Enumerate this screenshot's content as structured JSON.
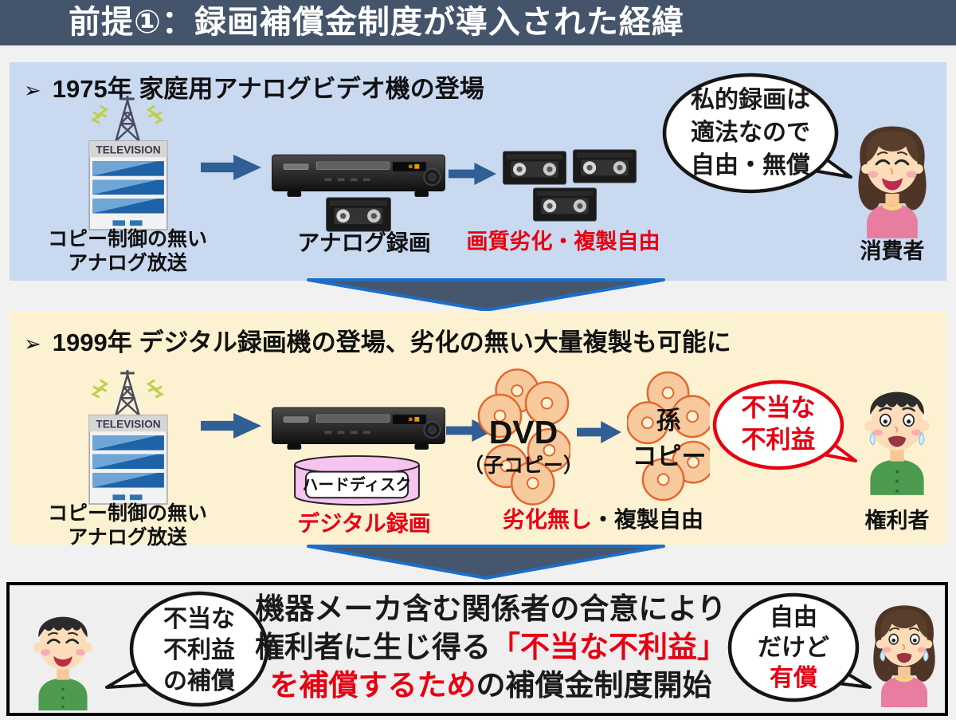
{
  "slide": {
    "title": "前提①：録画補償金制度が導入された経緯"
  },
  "section1": {
    "bullet": "➢",
    "heading": "1975年 家庭用アナログビデオ機の登場",
    "broadcast": {
      "sign": "TELEVISION",
      "label_line1": "コピー制御の無い",
      "label_line2": "アナログ放送"
    },
    "recorder_label": "アナログ録画",
    "copies_label": "画質劣化・複製自由",
    "bubble_lines": [
      "私的録画は",
      "適法なので",
      "自由・無償"
    ],
    "person_label": "消費者"
  },
  "section2": {
    "bullet": "➢",
    "heading": "1999年 デジタル録画機の登場、劣化の無い大量複製も可能に",
    "broadcast": {
      "sign": "TELEVISION",
      "label_line1": "コピー制御の無い",
      "label_line2": "アナログ放送"
    },
    "harddisk_label": "ハードディスク",
    "recorder_label": "デジタル録画",
    "dvd_title": "DVD",
    "dvd_sub": "（子コピー）",
    "grandchild_top": "孫",
    "grandchild_bottom": "コピー",
    "quality_red": "劣化無し",
    "quality_black": "・複製自由",
    "bubble_lines": [
      "不当な",
      "不利益"
    ],
    "person_label": "権利者"
  },
  "conclusion": {
    "left_bubble_lines": [
      "不当な",
      "不利益",
      "の補償"
    ],
    "text_line1": "機器メーカ含む関係者の合意により",
    "text_line2_black": "権利者に生じ得る",
    "text_line2_red": "「不当な不利益」",
    "text_line3_red": "を補償するため",
    "text_line3_black": "の補償金制度開始",
    "right_bubble_line1": "自由",
    "right_bubble_line2": "だけど",
    "right_bubble_line3": "有償"
  },
  "colors": {
    "title_bar": "#44546A",
    "section1_bg": "#C9D9F0",
    "section2_bg": "#FCF2D2",
    "conclusion_bg": "#EFEFEF",
    "accent_red": "#E60012",
    "flow_arrow_blue": "#2F5F94",
    "transition_fill": "#46566C",
    "transition_stroke": "#1B6EC8",
    "harddisk_pink": "#F6C4EE",
    "disc_peach": "#F7CA9E",
    "disc_edge": "#E4652F"
  }
}
